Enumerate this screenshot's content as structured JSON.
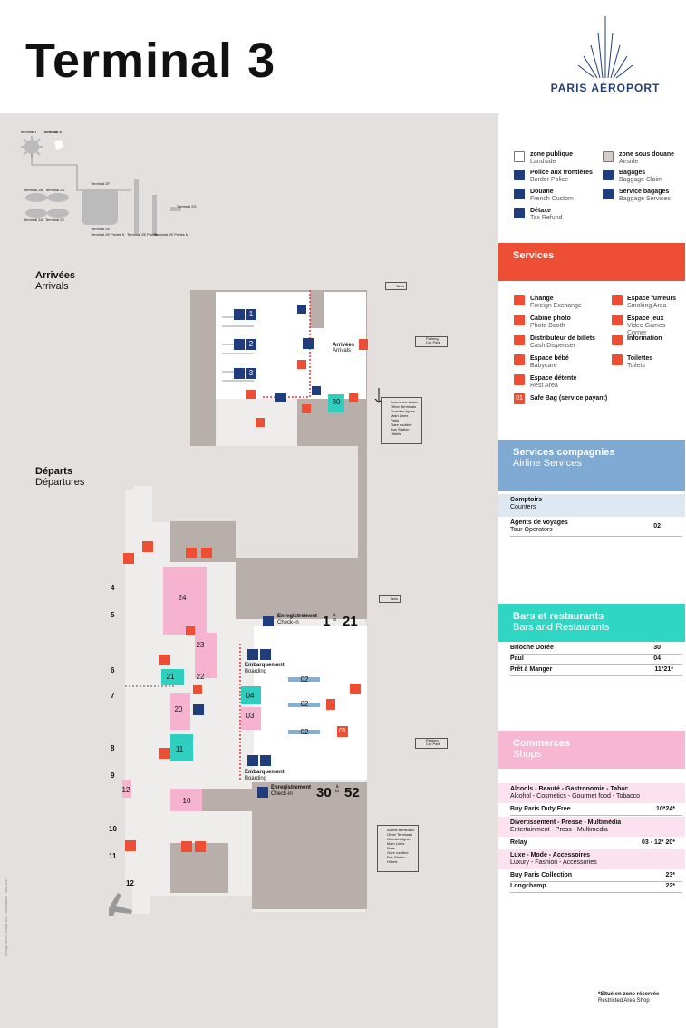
{
  "header": {
    "title": "Terminal 3",
    "logo_text": "PARIS AÉROPORT"
  },
  "overview": {
    "labels": [
      "Terminal 1",
      "Terminal 3",
      "Terminal 2B",
      "Terminal 2D",
      "Terminal 2F",
      "Terminal 2A",
      "Terminal 2C",
      "Terminal 2E",
      "Terminal 2E Portes K",
      "Terminal 2E Portes L",
      "Terminal 2E Portes M",
      "Terminal 2G"
    ]
  },
  "zones": {
    "arrivals": {
      "title": "Arrivées",
      "subtitle": "Arrivals"
    },
    "departures": {
      "title": "Départs",
      "subtitle": "Départures"
    }
  },
  "legend": [
    {
      "title": "zone publique",
      "sub": "Landside"
    },
    {
      "title": "zone sous douane",
      "sub": "Airside"
    },
    {
      "title": "Police aux frontières",
      "sub": "Border Police"
    },
    {
      "title": "Bagages",
      "sub": "Baggage Claim"
    },
    {
      "title": "Douane",
      "sub": "French Custom"
    },
    {
      "title": "Service bagages",
      "sub": "Baggage Services"
    },
    {
      "title": "Détaxe",
      "sub": "Tax Refund"
    }
  ],
  "services": {
    "heading": "Services",
    "items": [
      {
        "title": "Change",
        "sub": "Foreign Exchange"
      },
      {
        "title": "Espace fumeurs",
        "sub": "Smoking Area"
      },
      {
        "title": "Cabine photo",
        "sub": "Photo Booth"
      },
      {
        "title": "Espace jeux",
        "sub": "Video Games Corner"
      },
      {
        "title": "Distributeur de billets",
        "sub": "Cash Dispenser"
      },
      {
        "title": "Information",
        "sub": ""
      },
      {
        "title": "Espace bébé",
        "sub": "Babycare"
      },
      {
        "title": "Toilettes",
        "sub": "Toilets"
      },
      {
        "title": "Espace détente",
        "sub": "Rest Area"
      },
      {
        "title": "Safe Bag (service payant)",
        "sub": "",
        "badge": "01"
      }
    ]
  },
  "airline": {
    "heading": "Services compagnies",
    "heading_en": "Airline Services",
    "counters": {
      "title": "Comptoirs",
      "sub": "Counters"
    },
    "agents": {
      "title": "Agents de voyages",
      "sub": "Tour Operators",
      "val": "02"
    }
  },
  "bars": {
    "heading": "Bars et restaurants",
    "heading_en": "Bars and Restaurants",
    "rows": [
      {
        "name": "Brioche Dorée",
        "val": "30"
      },
      {
        "name": "Paul",
        "val": "04"
      },
      {
        "name": "Prêt à Manger",
        "val": "11*21*"
      }
    ]
  },
  "shops": {
    "heading": "Commerces",
    "heading_en": "Shops",
    "groups": [
      {
        "title": "Alcools - Beauté - Gastronomie - Tabac",
        "sub": "Alcohol - Cosmetics - Gourmet food - Tobacco",
        "rows": [
          {
            "name": "Buy Paris Duty Free",
            "val": "10*24*"
          }
        ]
      },
      {
        "title": "Divertissement - Presse - Multimédia",
        "sub": "Entertainment - Press - Multimedia",
        "rows": [
          {
            "name": "Relay",
            "val": "03 - 12* 20*"
          }
        ]
      },
      {
        "title": "Luxe - Mode - Accessoires",
        "sub": "Luxury - Fashion - Accessories",
        "rows": [
          {
            "name": "Buy Paris Collection",
            "val": "23*"
          },
          {
            "name": "Longchamp",
            "val": "22*"
          }
        ]
      }
    ]
  },
  "footnote": {
    "line1": "*Situé en zone réservée",
    "line2": "Restricted Area Shop"
  },
  "map": {
    "checkin_1": {
      "fr": "Enregistrement",
      "en": "Check-in",
      "from": "1",
      "to": "21",
      "sep_fr": "à",
      "sep_en": "to"
    },
    "checkin_2": {
      "fr": "Enregistrement",
      "en": "Check-in",
      "from": "30",
      "to": "52",
      "sep_fr": "à",
      "sep_en": "to"
    },
    "boarding_1": {
      "fr": "Embarquement",
      "en": "Boarding"
    },
    "boarding_2": {
      "fr": "Embarquement",
      "en": "Boarding"
    },
    "arrivals_label": {
      "fr": "Arrivées",
      "en": "Arrivals"
    },
    "gates": [
      "4",
      "5",
      "6",
      "7",
      "8",
      "9",
      "10",
      "11",
      "12"
    ],
    "baggage": [
      "1",
      "2",
      "3"
    ],
    "shops": [
      "24",
      "23",
      "22",
      "21",
      "20",
      "11",
      "12",
      "10",
      "04",
      "03",
      "30",
      "02",
      "02",
      "02",
      "01"
    ],
    "taxis": "Taxis",
    "parking": {
      "fr": "Parking",
      "en": "Car Park"
    },
    "transport": [
      {
        "fr": "Autres terminaux",
        "en": "Other Terminals"
      },
      {
        "fr": "Grandes lignes",
        "en": "Main Lines"
      },
      {
        "fr": "Paris",
        "en": ""
      },
      {
        "fr": "Gare routière",
        "en": "Bus Station"
      },
      {
        "fr": "Hôtels",
        "en": ""
      }
    ]
  },
  "credit": "Groupe ADP / DIMM-AO · Orientation · Mai 2017"
}
